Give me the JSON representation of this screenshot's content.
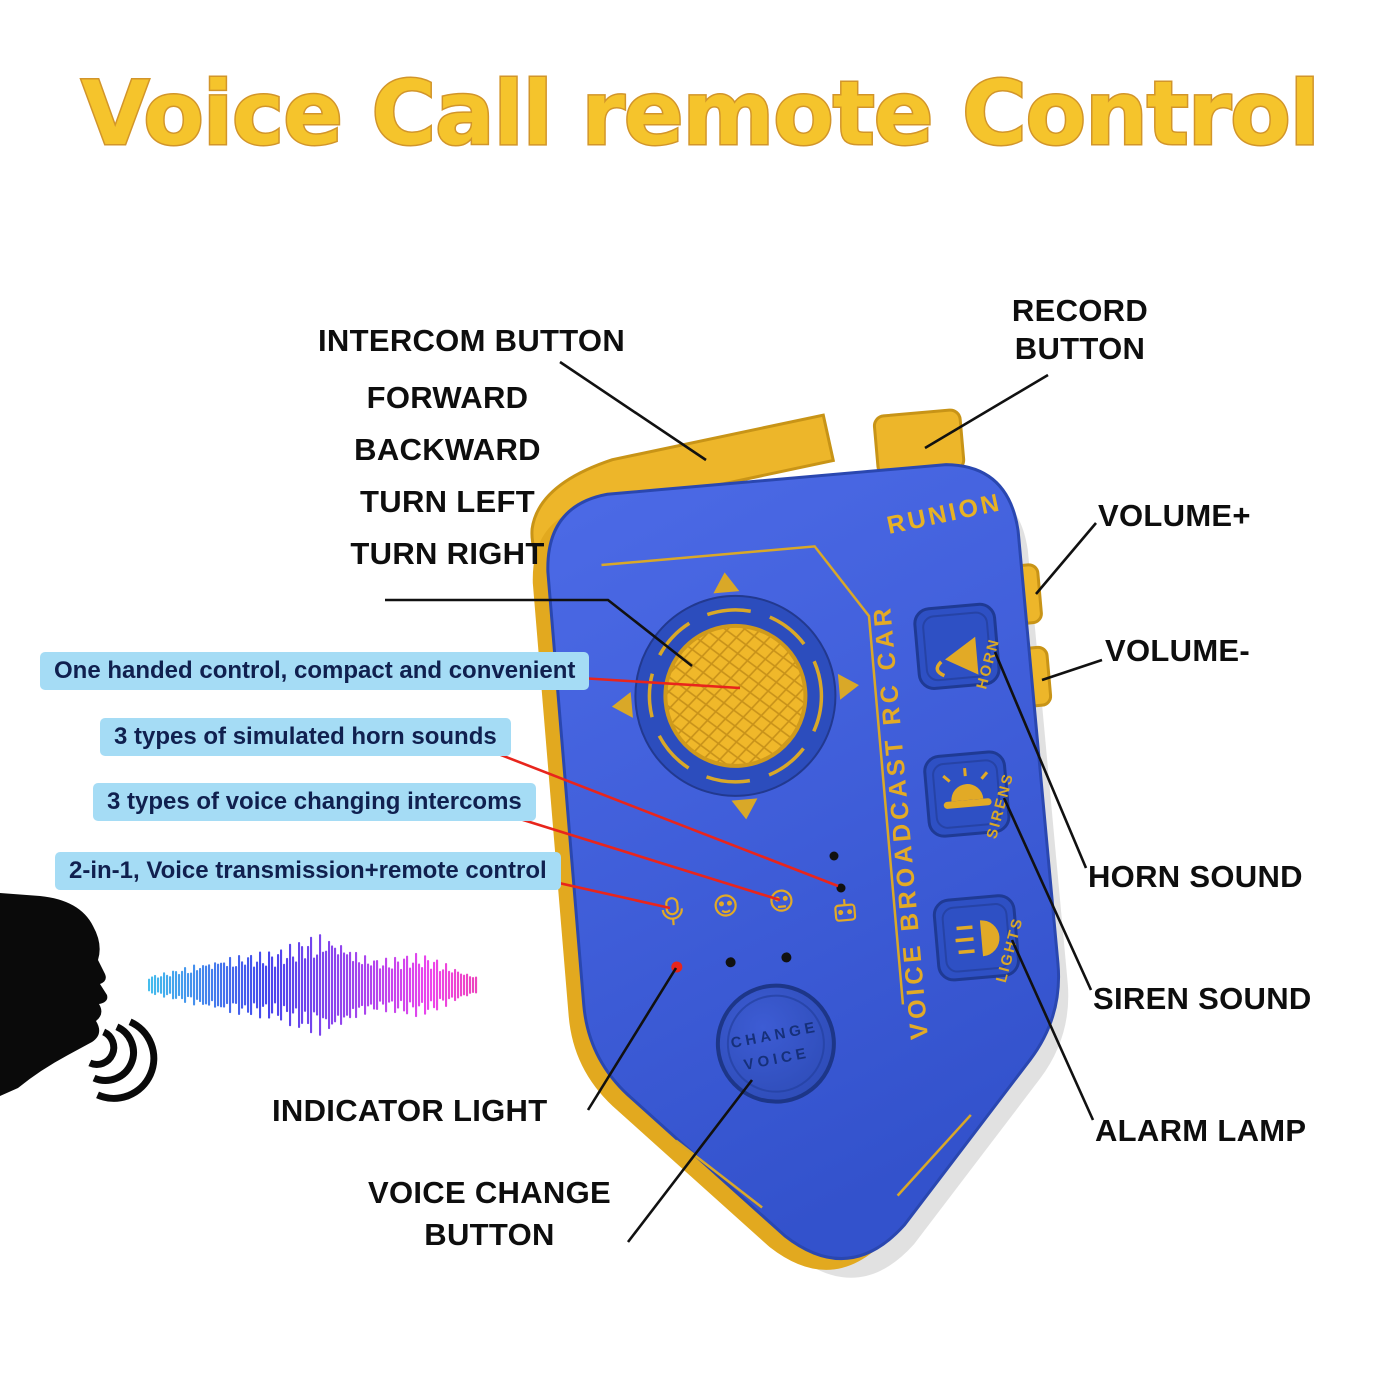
{
  "title": "Voice Call remote Control",
  "device": {
    "brand": "RUNION",
    "side_label": "VOICE BROADCAST RC CAR",
    "buttons": {
      "horn": "HORN",
      "sirens": "SIRENS",
      "lights": "LIGHTS",
      "change_voice_line1": "CHANGE",
      "change_voice_line2": "VOICE"
    }
  },
  "labels": {
    "intercom": "INTERCOM BUTTON",
    "record": "RECORD BUTTON",
    "directions": [
      "FORWARD",
      "BACKWARD",
      "TURN LEFT",
      "TURN RIGHT"
    ],
    "volume_plus": "VOLUME+",
    "volume_minus": "VOLUME-",
    "horn_sound": "HORN SOUND",
    "siren_sound": "SIREN SOUND",
    "alarm_lamp": "ALARM LAMP",
    "indicator_light": "INDICATOR LIGHT",
    "voice_change": "VOICE CHANGE BUTTON"
  },
  "callouts": [
    "One handed control, compact and convenient",
    "3 types of simulated horn sounds",
    "3 types of voice changing intercoms",
    "2-in-1, Voice transmission+remote control"
  ],
  "icons": {
    "microphone": "mic-icon",
    "face_voice_1": "face-icon",
    "face_voice_2": "face-icon",
    "robot_voice": "robot-icon",
    "horn_button": "horn-icon",
    "siren_button": "siren-icon",
    "lights_button": "headlight-icon",
    "d_pad": "direction-arrows",
    "person": "speaking-person-silhouette",
    "sound": "sound-wave-arcs"
  },
  "colors": {
    "title_gold": "#f5c42c",
    "title_outline": "#d2952a",
    "device_blue": "#3a58d2",
    "device_gold": "#eeb62a",
    "gold_trim": "#d9a828",
    "callout_bg": "#a5dcf5",
    "callout_line_red": "#e8251c",
    "indicator_red": "#e8251c",
    "label_black": "#0e0e0e",
    "waveform_start_hue": "blue",
    "waveform_end_hue": "pink"
  }
}
